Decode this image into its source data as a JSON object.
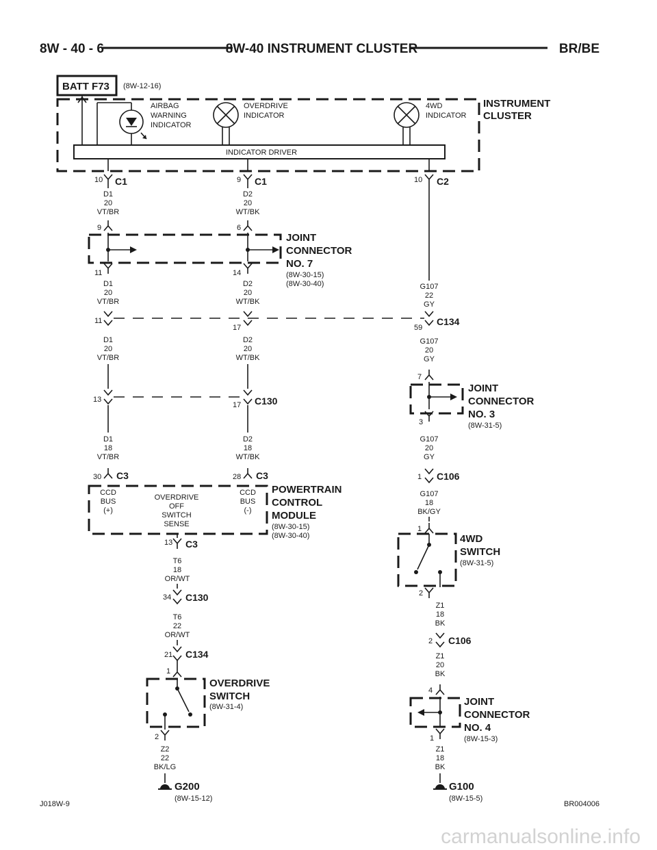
{
  "header": {
    "page_number": "8W - 40 - 6",
    "title": "8W-40 INSTRUMENT CLUSTER",
    "model": "BR/BE"
  },
  "batt": {
    "label": "BATT F73",
    "ref": "(8W-12-16)"
  },
  "cluster": {
    "title_line1": "INSTRUMENT",
    "title_line2": "CLUSTER",
    "driver_label": "INDICATOR DRIVER",
    "airbag": [
      "AIRBAG",
      "WARNING",
      "INDICATOR"
    ],
    "overdrive": [
      "OVERDRIVE",
      "INDICATOR"
    ],
    "fourwd": [
      "4WD",
      "INDICATOR"
    ]
  },
  "connectors": {
    "c1_left": {
      "pin": "10",
      "name": "C1"
    },
    "c1_mid": {
      "pin": "9",
      "name": "C1"
    },
    "c2": {
      "pin": "10",
      "name": "C2"
    },
    "c134": {
      "pin_left": "11",
      "pin_mid": "17",
      "pin_right": "59",
      "name": "C134"
    },
    "c130": {
      "pin_left": "13",
      "pin_mid": "17",
      "name": "C130"
    },
    "c3_left": {
      "pin": "30",
      "name": "C3"
    },
    "c3_right": {
      "pin": "28",
      "name": "C3"
    },
    "c3_bottom": {
      "pin": "13",
      "name": "C3"
    },
    "c130_b": {
      "pin": "34",
      "name": "C130"
    },
    "c134_b": {
      "pin": "21",
      "name": "C134"
    },
    "c106_a": {
      "pin": "1",
      "name": "C106"
    },
    "c106_b": {
      "pin": "2",
      "name": "C106"
    }
  },
  "wires": {
    "d1_20": [
      "D1",
      "20",
      "VT/BR"
    ],
    "d2_20": [
      "D2",
      "20",
      "WT/BK"
    ],
    "d1_18": [
      "D1",
      "18",
      "VT/BR"
    ],
    "d2_18": [
      "D2",
      "18",
      "WT/BK"
    ],
    "g107_22": [
      "G107",
      "22",
      "GY"
    ],
    "g107_20": [
      "G107",
      "20",
      "GY"
    ],
    "g107_18": [
      "G107",
      "18",
      "BK/GY"
    ],
    "t6_18": [
      "T6",
      "18",
      "OR/WT"
    ],
    "t6_22": [
      "T6",
      "22",
      "OR/WT"
    ],
    "z2_22": [
      "Z2",
      "22",
      "BK/LG"
    ],
    "z1_18": [
      "Z1",
      "18",
      "BK"
    ],
    "z1_20": [
      "Z1",
      "20",
      "BK"
    ]
  },
  "joint7": {
    "title": [
      "JOINT",
      "CONNECTOR",
      "NO. 7"
    ],
    "refs": [
      "(8W-30-15)",
      "(8W-30-40)"
    ],
    "pins": [
      "9",
      "6",
      "11",
      "14"
    ]
  },
  "joint3": {
    "title": [
      "JOINT",
      "CONNECTOR",
      "NO. 3"
    ],
    "ref": "(8W-31-5)",
    "pins": [
      "7",
      "3"
    ]
  },
  "joint4": {
    "title": [
      "JOINT",
      "CONNECTOR",
      "NO. 4"
    ],
    "ref": "(8W-15-3)",
    "pins": [
      "4",
      "1"
    ]
  },
  "pcm": {
    "title": [
      "POWERTRAIN",
      "CONTROL",
      "MODULE"
    ],
    "refs": [
      "(8W-30-15)",
      "(8W-30-40)"
    ],
    "ccd_plus": [
      "CCD",
      "BUS",
      "(+)"
    ],
    "ccd_minus": [
      "CCD",
      "BUS",
      "(-)"
    ],
    "od_sense": [
      "OVERDRIVE",
      "OFF",
      "SWITCH",
      "SENSE"
    ]
  },
  "fourwd_switch": {
    "title": [
      "4WD",
      "SWITCH"
    ],
    "ref": "(8W-31-5)",
    "pins": [
      "1",
      "2"
    ]
  },
  "od_switch": {
    "title": [
      "OVERDRIVE",
      "SWITCH"
    ],
    "ref": "(8W-31-4)",
    "pins": [
      "1",
      "2"
    ]
  },
  "grounds": {
    "g200": {
      "name": "G200",
      "ref": "(8W-15-12)"
    },
    "g100": {
      "name": "G100",
      "ref": "(8W-15-5)"
    }
  },
  "footer": {
    "left": "J018W-9",
    "right": "BR004006"
  },
  "watermark": "carmanualsonline.info"
}
